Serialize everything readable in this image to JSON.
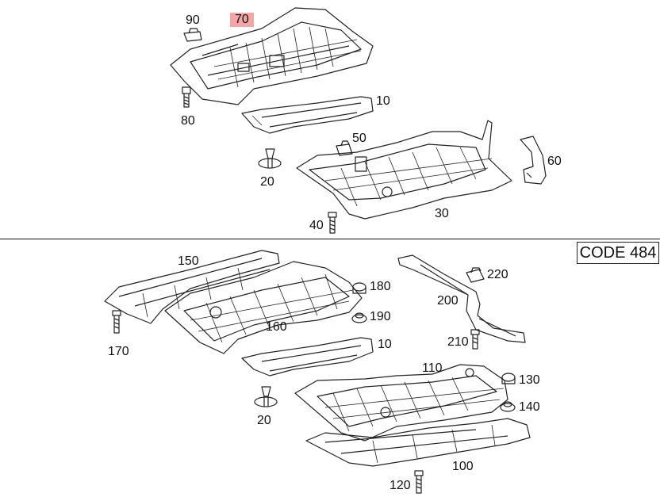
{
  "labels": {
    "p90": "90",
    "p70": "70",
    "p10_top": "10",
    "p80": "80",
    "p50": "50",
    "p60": "60",
    "p20_top": "20",
    "p30": "30",
    "p40": "40",
    "p150": "150",
    "p180": "180",
    "p190": "190",
    "p160": "160",
    "p170": "170",
    "p10_bottom": "10",
    "p20_bottom": "20",
    "p220": "220",
    "p200": "200",
    "p210": "210",
    "p110": "110",
    "p130": "130",
    "p140": "140",
    "p100": "100",
    "p120": "120"
  },
  "code_box": "CODE 484",
  "colors": {
    "highlight": "#f05a5a",
    "line": "#222222"
  }
}
